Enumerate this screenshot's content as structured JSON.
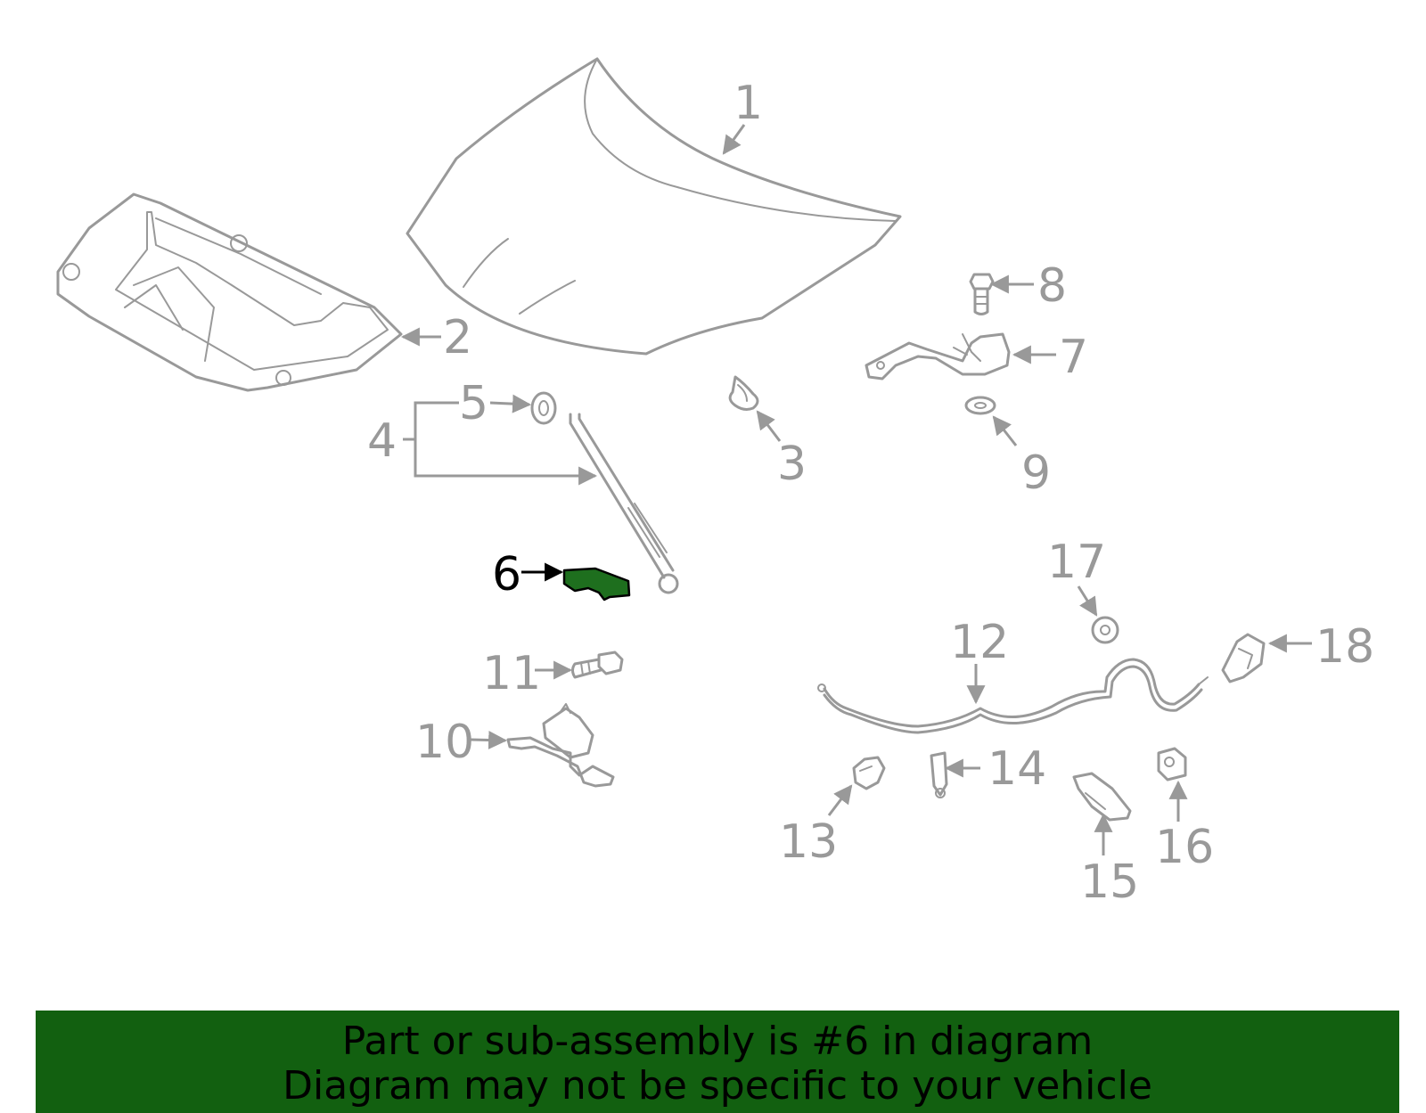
{
  "diagram": {
    "highlight_part": "6",
    "colors": {
      "part_stroke": "#999999",
      "highlight_fill": "#1e6f1e",
      "banner_bg": "#126010",
      "label_highlight": "#000000"
    },
    "labels": {
      "p1": "1",
      "p2": "2",
      "p3": "3",
      "p4": "4",
      "p5": "5",
      "p6": "6",
      "p7": "7",
      "p8": "8",
      "p9": "9",
      "p10": "10",
      "p11": "11",
      "p12": "12",
      "p13": "13",
      "p14": "14",
      "p15": "15",
      "p16": "16",
      "p17": "17",
      "p18": "18"
    }
  },
  "banner": {
    "line1": "Part or sub-assembly is #6 in diagram",
    "line2": "Diagram may not be specific to your vehicle"
  }
}
